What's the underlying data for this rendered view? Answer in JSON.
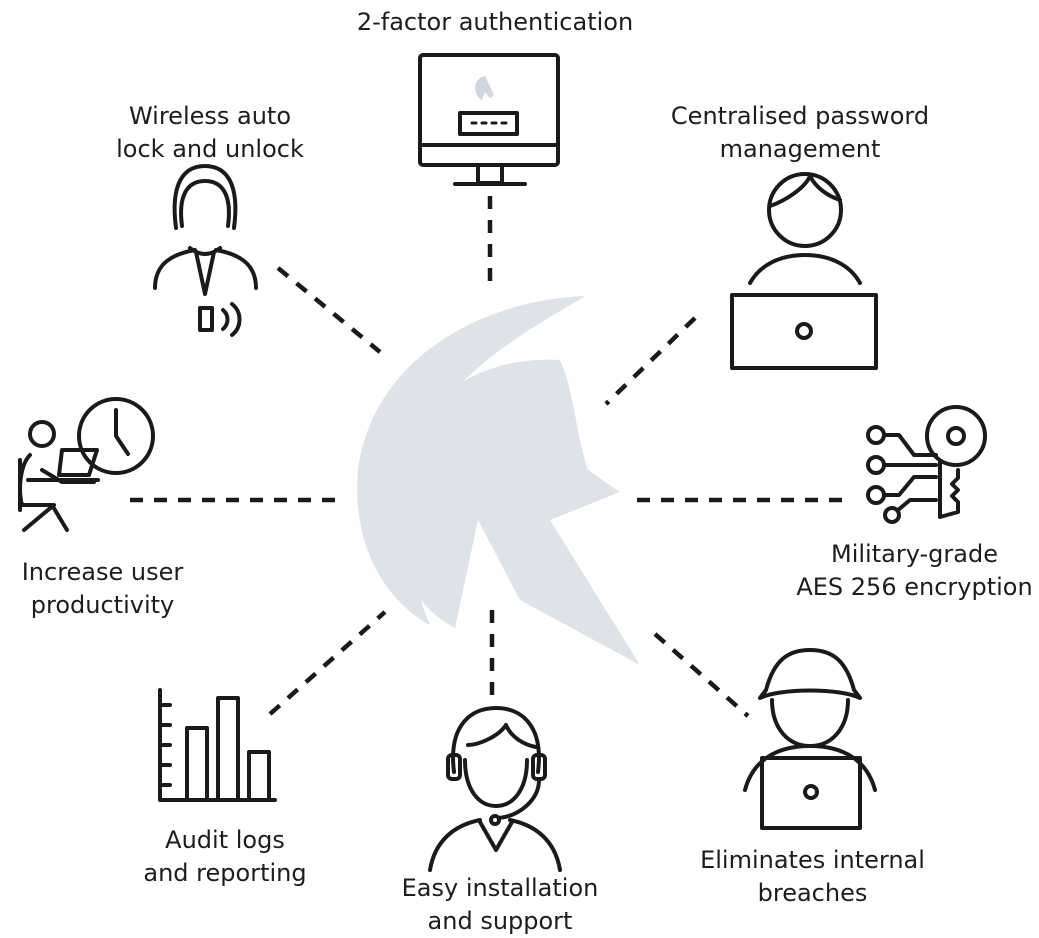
{
  "colors": {
    "logo": "#dde3e9",
    "line": "#1a1a1a",
    "text": "#1d1d1d",
    "background": "#ffffff"
  },
  "center": {
    "icon": "spartan-helmet-logo-icon"
  },
  "features": {
    "two_factor": {
      "lines": [
        "2-factor authentication"
      ],
      "icon": "monitor-login-icon"
    },
    "wireless": {
      "lines": [
        "Wireless auto",
        "lock and unlock"
      ],
      "icon": "woman-badge-wireless-icon"
    },
    "password": {
      "lines": [
        "Centralised password",
        "management"
      ],
      "icon": "user-laptop-icon"
    },
    "productivity": {
      "lines": [
        "Increase user",
        "productivity"
      ],
      "icon": "person-desk-clock-icon"
    },
    "encryption": {
      "lines": [
        "Military-grade",
        "AES 256 encryption"
      ],
      "icon": "circuit-key-icon"
    },
    "audit": {
      "lines": [
        "Audit logs",
        "and reporting"
      ],
      "icon": "bar-chart-icon"
    },
    "support": {
      "lines": [
        "Easy installation",
        "and support"
      ],
      "icon": "support-headset-icon"
    },
    "breaches": {
      "lines": [
        "Eliminates internal",
        "breaches"
      ],
      "icon": "hacker-laptop-icon"
    }
  }
}
